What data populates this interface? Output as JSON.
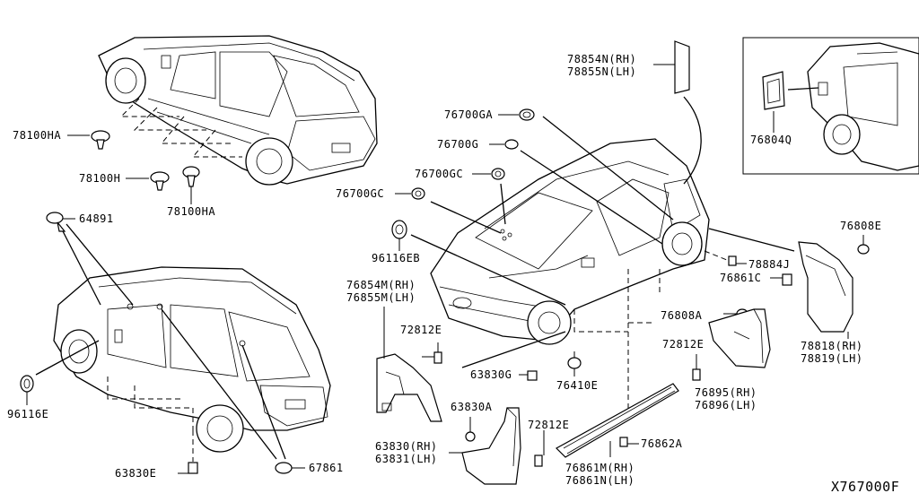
{
  "diagram_code": "X767000F",
  "callouts": {
    "c78100HA_a": "78100HA",
    "c78100H": "78100H",
    "c78100HA_b": "78100HA",
    "c64891": "64891",
    "c96116E": "96116E",
    "c63830E": "63830E",
    "c67861": "67861",
    "c76700GA": "76700GA",
    "c76700G": "76700G",
    "c76700GC_a": "76700GC",
    "c76700GC_b": "76700GC",
    "c96116EB": "96116EB",
    "c76854M": "76854M(RH)",
    "c76855M": "76855M(LH)",
    "c72812E_a": "72812E",
    "c72812E_b": "72812E",
    "c72812E_c": "72812E",
    "c63830G": "63830G",
    "c63830A": "63830A",
    "c63830": "63830(RH)",
    "c63831": "63831(LH)",
    "c76410E": "76410E",
    "c76861M": "76861M(RH)",
    "c76861N": "76861N(LH)",
    "c76862A": "76862A",
    "c78854N": "78854N(RH)",
    "c78855N": "78855N(LH)",
    "c76804Q": "76804Q",
    "c76808E_a": "76808E",
    "c78884J": "78884J",
    "c76861C": "76861C",
    "c76808A": "76808A",
    "c78818": "78818(RH)",
    "c78819": "78819(LH)",
    "c76895": "76895(RH)",
    "c76896": "76896(LH)"
  }
}
